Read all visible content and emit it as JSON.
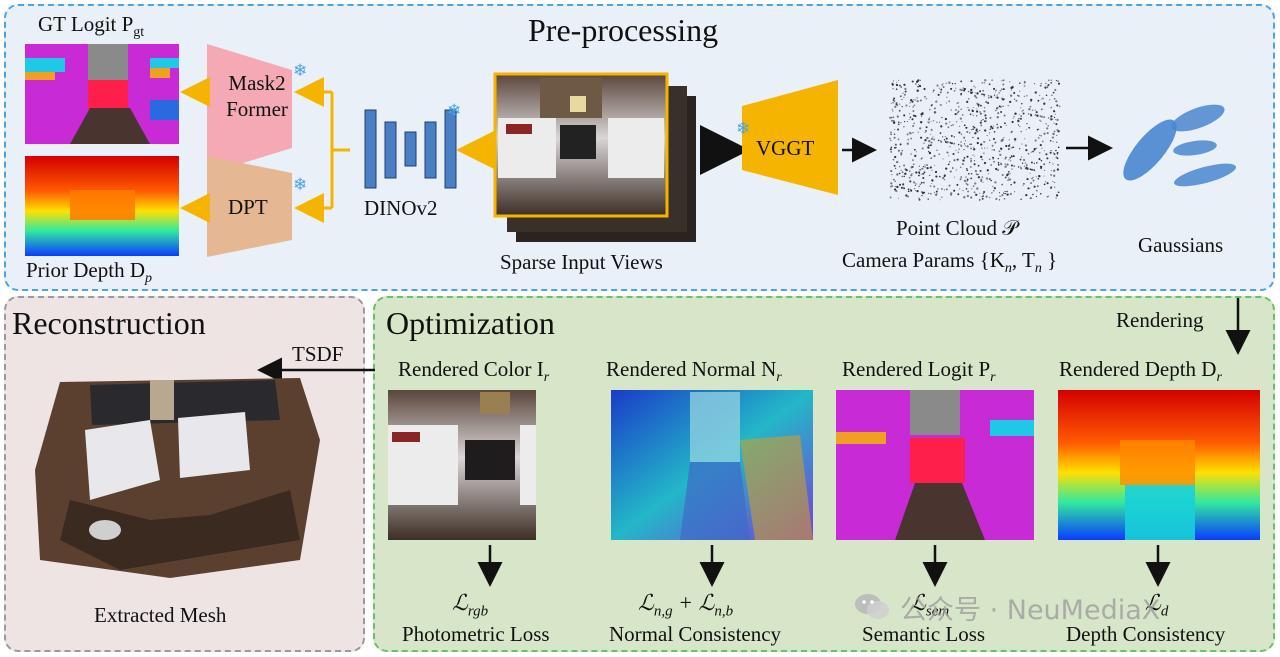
{
  "preprocessing": {
    "title": "Pre-processing",
    "gt_logit_label": "GT Logit P",
    "gt_logit_sub": "gt",
    "prior_depth_label": "Prior Depth D",
    "prior_depth_sub": "p",
    "mask2former_line1": "Mask2",
    "mask2former_line2": "Former",
    "dpt_label": "DPT",
    "dinov2_label": "DINOv2",
    "sparse_views_label": "Sparse Input Views",
    "vggt_label": "VGGT",
    "point_cloud_label": "Point Cloud 𝒫",
    "camera_params_label": "Camera Params {K",
    "camera_params_sub1": "n",
    "camera_params_mid": ", T",
    "camera_params_sub2": "n",
    "camera_params_end": " }",
    "gaussians_label": "Gaussians",
    "rendering_label": "Rendering"
  },
  "reconstruction": {
    "title": "Reconstruction",
    "tsdf_label": "TSDF",
    "mesh_label": "Extracted Mesh"
  },
  "optimization": {
    "title": "Optimization",
    "columns": [
      {
        "head": "Rendered Color I",
        "sub": "r",
        "loss_symbol": "ℒ",
        "loss_sub": "rgb",
        "loss_name": "Photometric Loss"
      },
      {
        "head": "Rendered Normal N",
        "sub": "r",
        "loss_symbol": "ℒ",
        "loss_sub": "n,g",
        "loss_extra": " + ℒ",
        "loss_sub2": "n,b",
        "loss_name": "Normal Consistency"
      },
      {
        "head": "Rendered Logit P",
        "sub": "r",
        "loss_symbol": "ℒ",
        "loss_sub": "sem",
        "loss_name": "Semantic Loss"
      },
      {
        "head": "Rendered Depth D",
        "sub": "r",
        "loss_symbol": "ℒ",
        "loss_sub": "d",
        "loss_name": "Depth Consistency"
      }
    ]
  },
  "watermark": "公众号 · NeuMediaX",
  "colors": {
    "arrow_orange": "#f5b400",
    "dino_blue": "#4a7fc4",
    "mask2former_pink": "#f4a9b4",
    "dpt_tan": "#e5b893",
    "vggt_orange": "#f5b400",
    "gaussian_blue": "#4a86cf",
    "snowflake": "#4aa3e8"
  }
}
